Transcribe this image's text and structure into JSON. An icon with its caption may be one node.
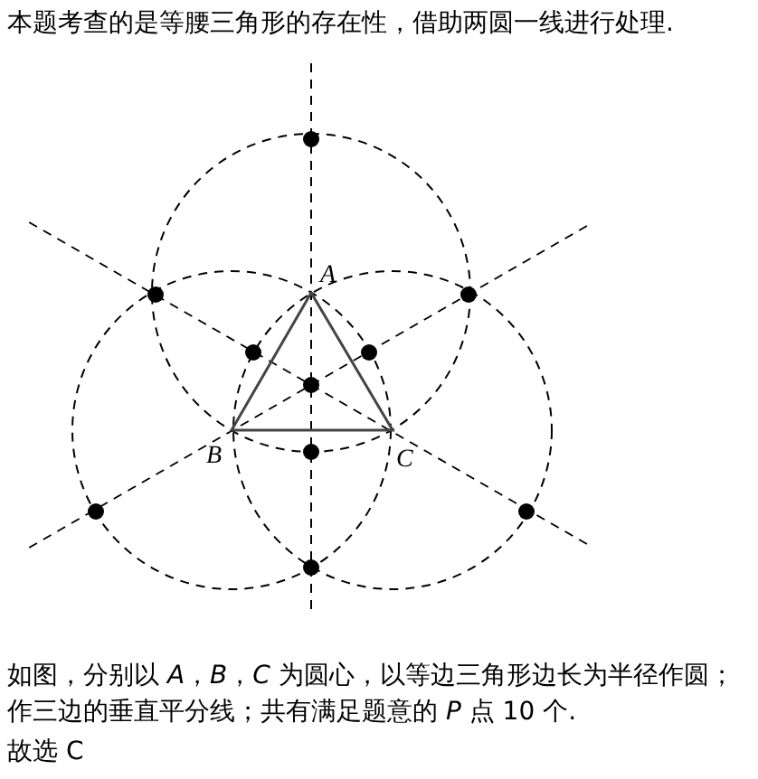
{
  "diagram": {
    "labels": [
      "本题考查的是等腰三角形的存在性，借助两圆一线进行处理.",
      "A",
      "B",
      "C",
      "如图，分别以 *A*，*B*，*C* 为圆心，以等边三角形边长为半径作圆；作三边的垂直平分线；共有满足题意的 *P* 点 10 个.",
      "故选 C"
    ]
  }
}
